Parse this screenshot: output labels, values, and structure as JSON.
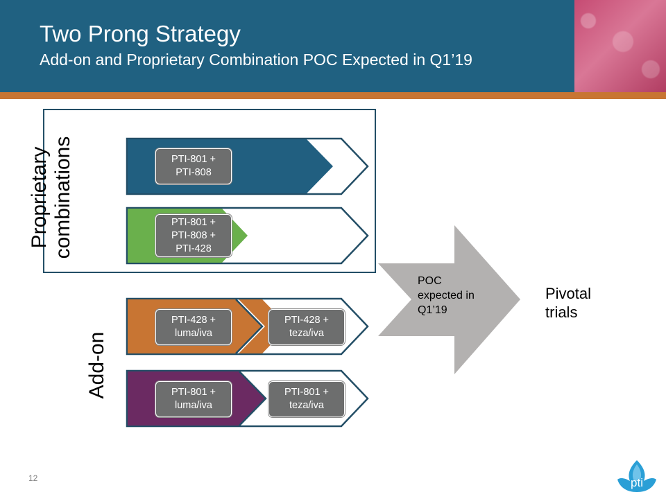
{
  "header": {
    "title": "Two Prong Strategy",
    "subtitle": "Add-on and Proprietary Combination POC Expected in Q1’19"
  },
  "groups": {
    "proprietary_label": "Proprietary\ncombinations",
    "addon_label": "Add-on"
  },
  "rows": [
    {
      "chips": [
        "PTI-801 +\nPTI-808"
      ]
    },
    {
      "chips": [
        "PTI-801 +\nPTI-808 +\nPTI-428"
      ]
    },
    {
      "chips": [
        "PTI-428 +\nluma/iva",
        "PTI-428 +\nteza/iva"
      ]
    },
    {
      "chips": [
        "PTI-801 +\nluma/iva",
        "PTI-801 +\nteza/iva"
      ]
    }
  ],
  "arrow": {
    "label": "POC\nexpected in\nQ1’19"
  },
  "outcome": {
    "label": "Pivotal\ntrials"
  },
  "colors": {
    "header_blue": "#206181",
    "stripe_orange": "#c87533",
    "row_blue": "#215f80",
    "row_green": "#6ab04c",
    "row_orange": "#c87533",
    "row_purple": "#6b2a62",
    "arrow_gray": "#b3b1b0",
    "outline": "#234e66"
  },
  "logo": {
    "text": "pti"
  },
  "footer": {
    "page_number": "12"
  }
}
